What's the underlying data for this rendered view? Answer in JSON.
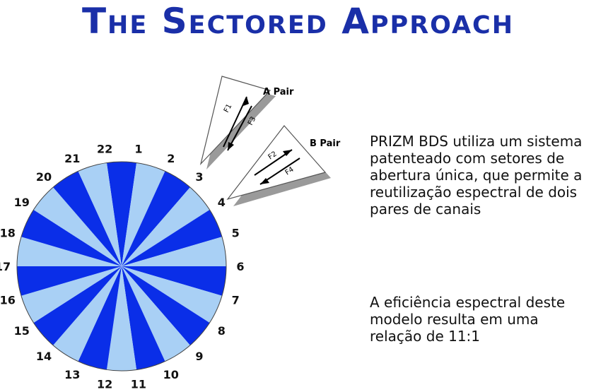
{
  "title": "The Sectored Approach",
  "sector_numbers": [
    "1",
    "2",
    "3",
    "4",
    "5",
    "6",
    "7",
    "8",
    "9",
    "10",
    "11",
    "12",
    "13",
    "14",
    "15",
    "16",
    "17",
    "18",
    "19",
    "20",
    "21",
    "22"
  ],
  "wedges": [
    {
      "label": "A Pair",
      "arrows": [
        "F1",
        "F3"
      ]
    },
    {
      "label": "B Pair",
      "arrows": [
        "F2",
        "F4"
      ]
    }
  ],
  "paragraphs": [
    "PRIZM BDS utiliza um sistema patenteado com setores de abertura única, que permite a reutilização espectral de dois pares de canais",
    "A eficiência espectral deste modelo resulta em uma relação de 11:1"
  ],
  "colors": {
    "title": "#1a2fa8",
    "dark": "#0a2ee8",
    "light": "#a9d0f5"
  }
}
